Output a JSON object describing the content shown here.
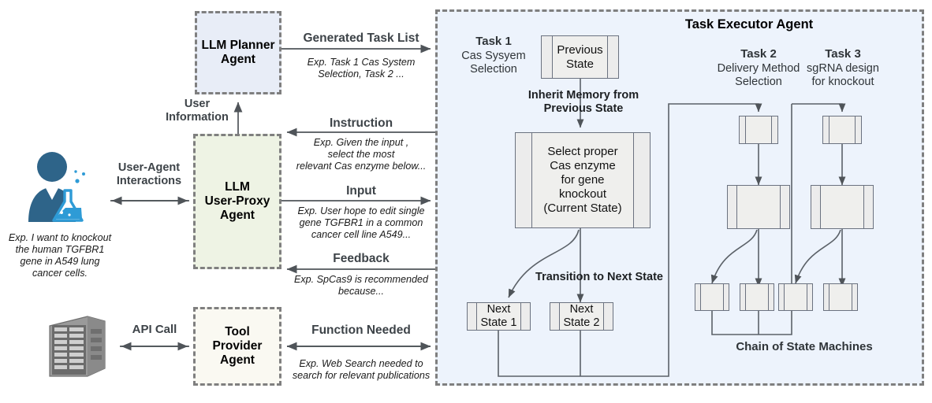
{
  "agents": {
    "planner": {
      "line1": "LLM  Planner",
      "line2": "Agent",
      "fill": "#e8edf7"
    },
    "user_proxy": {
      "line1": "LLM",
      "line2": "User-Proxy",
      "line3": "Agent",
      "fill": "#eef3e4"
    },
    "tool_provider": {
      "line1": "Tool",
      "line2": "Provider",
      "line3": "Agent",
      "fill": "#faf9f2"
    }
  },
  "executor": {
    "title": "Task Executor Agent",
    "fill": "#edf3fc",
    "chain_label": "Chain of State Machines",
    "inherit_label_l1": "Inherit Memory from",
    "inherit_label_l2": "Previous State",
    "transition_label": "Transition to Next State",
    "tasks": [
      {
        "title": "Task 1",
        "subtitle_l1": "Cas Sysyem",
        "subtitle_l2": "Selection"
      },
      {
        "title": "Task 2",
        "subtitle_l1": "Delivery Method",
        "subtitle_l2": "Selection"
      },
      {
        "title": "Task 3",
        "subtitle_l1": "sgRNA design",
        "subtitle_l2": "for knockout"
      }
    ],
    "states": {
      "previous": {
        "line1": "Previous",
        "line2": "State"
      },
      "current": {
        "line1": "Select proper",
        "line2": "Cas enzyme",
        "line3": "for gene",
        "line4": "knockout",
        "line5": "(Current State)"
      },
      "next1": {
        "line1": "Next",
        "line2": "State 1"
      },
      "next2": {
        "line1": "Next",
        "line2": "State 2"
      }
    }
  },
  "flows": {
    "generated_task_list": {
      "label": "Generated Task List",
      "example": "Exp. Task 1 Cas System\nSelection, Task 2 ..."
    },
    "user_information": {
      "label_l1": "User",
      "label_l2": "Information"
    },
    "instruction": {
      "label": "Instruction",
      "example": "Exp. Given the input ,\nselect the most\nrelevant Cas enzyme below..."
    },
    "input": {
      "label": "Input",
      "example": "Exp. User hope to edit single\ngene TGFBR1 in a common\ncancer cell line A549..."
    },
    "feedback": {
      "label": "Feedback",
      "example": "Exp. SpCas9 is recommended\nbecause..."
    },
    "user_agent_interactions": {
      "label_l1": "User-Agent",
      "label_l2": "Interactions"
    },
    "api_call": {
      "label": "API Call"
    },
    "function_needed": {
      "label": "Function Needed",
      "example": "Exp. Web Search needed to\nsearch for relevant publications"
    }
  },
  "actors": {
    "scientist": {
      "caption": "Exp. I want to knockout\nthe human TGFBR1\ngene in A549 lung\ncancer cells.",
      "color": "#2e6489",
      "flask_color": "#2e9bd6"
    },
    "server": {
      "color": "#7b7b7b"
    }
  }
}
